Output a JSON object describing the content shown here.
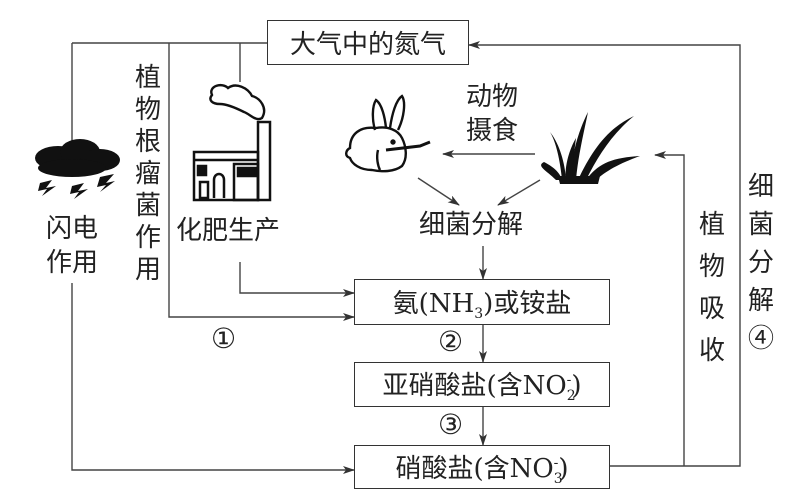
{
  "diagram": {
    "title_node": "大气中的氮气",
    "nodes": {
      "ammonia": {
        "prefix": "氨(NH",
        "sub": "3",
        "suffix": ")或铵盐"
      },
      "nitrite": {
        "prefix": "亚硝酸盐(含NO",
        "sub": "2",
        "sup": "-",
        "suffix": ")"
      },
      "nitrate": {
        "prefix": "硝酸盐(含NO",
        "sub": "3",
        "sup": "-",
        "suffix": ")"
      }
    },
    "labels": {
      "lightning": "闪电作用",
      "lightning_line1": "闪电",
      "lightning_line2": "作用",
      "root_nodule": "植物根瘤菌作用",
      "fertilizer": "化肥生产",
      "animal_eating_line1": "动物",
      "animal_eating_line2": "摄食",
      "bacterial_decomp": "细菌分解",
      "plant_absorb": "植物吸收",
      "bacterial_decomp_4": "细菌分解④"
    },
    "step_markers": [
      "①",
      "②",
      "③",
      "④"
    ],
    "icons": [
      "storm-cloud-lightning",
      "factory",
      "rabbit",
      "grass"
    ]
  }
}
